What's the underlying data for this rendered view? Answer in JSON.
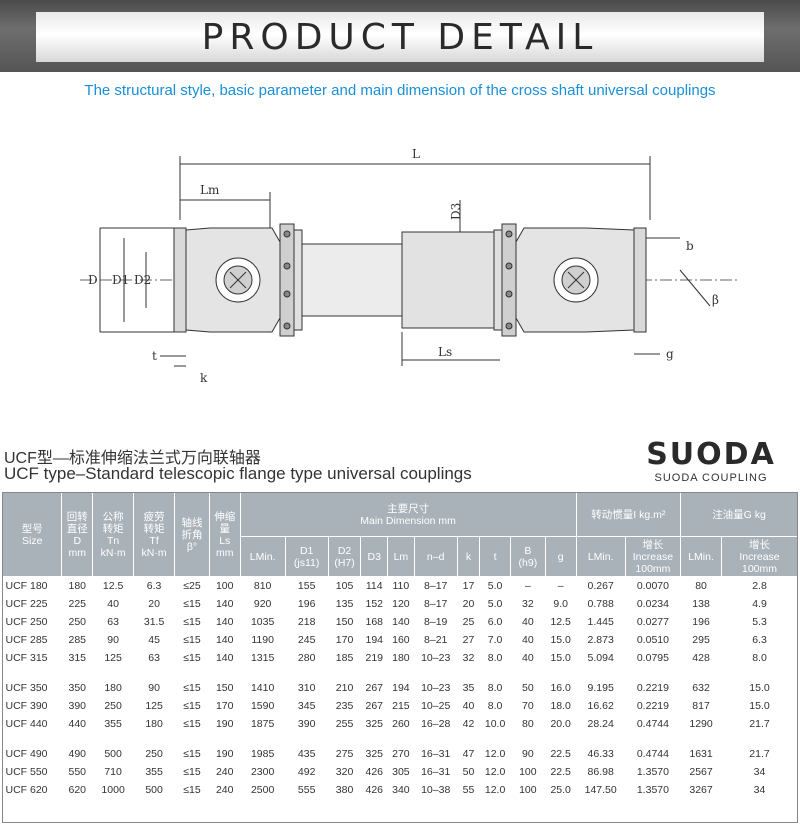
{
  "banner": {
    "title": "PRODUCT DETAIL"
  },
  "subtitle": "The structural style, basic parameter and main dimension of the cross shaft universal couplings",
  "drawing": {
    "labels": {
      "L": "L",
      "Lm": "Lm",
      "D3": "D3",
      "D": "D",
      "D1": "D1",
      "D2": "D2",
      "b": "b",
      "beta": "β",
      "Ls": "Ls",
      "t": "t",
      "k": "k",
      "g": "g"
    }
  },
  "caption": {
    "cn": "UCF型—标准伸缩法兰式万向联轴器",
    "en": "UCF type–Standard telescopic flange type universal couplings"
  },
  "logo": {
    "word": "SUODA",
    "sub": "SUODA COUPLING"
  },
  "table": {
    "head": {
      "size": [
        "型号",
        "Size"
      ],
      "d": [
        "回转",
        "直径",
        "D",
        "mm"
      ],
      "tn": [
        "公称",
        "转矩",
        "Tn",
        "kN·m"
      ],
      "tf": [
        "疲劳",
        "转矩",
        "Tf",
        "kN·m"
      ],
      "beta": [
        "轴线",
        "折角",
        "β°"
      ],
      "ls": [
        "伸缩",
        "量",
        "Ls",
        "mm"
      ],
      "main_cn": "主要尺寸",
      "main_en": "Main Dimension mm",
      "inertia": "转动惯量I kg.m²",
      "grease": "注油量G kg",
      "sub": {
        "lmin": "LMin.",
        "d1": [
          "D1",
          "(js11)"
        ],
        "d2": [
          "D2",
          "(H7)"
        ],
        "d3": "D3",
        "lm": "Lm",
        "nd": "n–d",
        "k": "k",
        "t": "t",
        "b": [
          "B",
          "(h9)"
        ],
        "g": "g",
        "i_lmin": "LMin.",
        "i_inc": [
          "增长",
          "Increase",
          "100mm"
        ],
        "g_lmin": "LMin.",
        "g_inc": [
          "增长",
          "Increase",
          "100mm"
        ]
      }
    },
    "groups": [
      [
        [
          "UCF 180",
          "180",
          "12.5",
          "6.3",
          "≤25",
          "100",
          "810",
          "155",
          "105",
          "114",
          "110",
          "8–17",
          "17",
          "5.0",
          "–",
          "–",
          "0.267",
          "0.0070",
          "80",
          "2.8"
        ],
        [
          "UCF 225",
          "225",
          "40",
          "20",
          "≤15",
          "140",
          "920",
          "196",
          "135",
          "152",
          "120",
          "8–17",
          "20",
          "5.0",
          "32",
          "9.0",
          "0.788",
          "0.0234",
          "138",
          "4.9"
        ],
        [
          "UCF 250",
          "250",
          "63",
          "31.5",
          "≤15",
          "140",
          "1035",
          "218",
          "150",
          "168",
          "140",
          "8–19",
          "25",
          "6.0",
          "40",
          "12.5",
          "1.445",
          "0.0277",
          "196",
          "5.3"
        ],
        [
          "UCF 285",
          "285",
          "90",
          "45",
          "≤15",
          "140",
          "1190",
          "245",
          "170",
          "194",
          "160",
          "8–21",
          "27",
          "7.0",
          "40",
          "15.0",
          "2.873",
          "0.0510",
          "295",
          "6.3"
        ],
        [
          "UCF 315",
          "315",
          "125",
          "63",
          "≤15",
          "140",
          "1315",
          "280",
          "185",
          "219",
          "180",
          "10–23",
          "32",
          "8.0",
          "40",
          "15.0",
          "5.094",
          "0.0795",
          "428",
          "8.0"
        ]
      ],
      [
        [
          "UCF 350",
          "350",
          "180",
          "90",
          "≤15",
          "150",
          "1410",
          "310",
          "210",
          "267",
          "194",
          "10–23",
          "35",
          "8.0",
          "50",
          "16.0",
          "9.195",
          "0.2219",
          "632",
          "15.0"
        ],
        [
          "UCF 390",
          "390",
          "250",
          "125",
          "≤15",
          "170",
          "1590",
          "345",
          "235",
          "267",
          "215",
          "10–25",
          "40",
          "8.0",
          "70",
          "18.0",
          "16.62",
          "0.2219",
          "817",
          "15.0"
        ],
        [
          "UCF 440",
          "440",
          "355",
          "180",
          "≤15",
          "190",
          "1875",
          "390",
          "255",
          "325",
          "260",
          "16–28",
          "42",
          "10.0",
          "80",
          "20.0",
          "28.24",
          "0.4744",
          "1290",
          "21.7"
        ]
      ],
      [
        [
          "UCF 490",
          "490",
          "500",
          "250",
          "≤15",
          "190",
          "1985",
          "435",
          "275",
          "325",
          "270",
          "16–31",
          "47",
          "12.0",
          "90",
          "22.5",
          "46.33",
          "0.4744",
          "1631",
          "21.7"
        ],
        [
          "UCF 550",
          "550",
          "710",
          "355",
          "≤15",
          "240",
          "2300",
          "492",
          "320",
          "426",
          "305",
          "16–31",
          "50",
          "12.0",
          "100",
          "22.5",
          "86.98",
          "1.3570",
          "2567",
          "34"
        ],
        [
          "UCF 620",
          "620",
          "1000",
          "500",
          "≤15",
          "240",
          "2500",
          "555",
          "380",
          "426",
          "340",
          "10–38",
          "55",
          "12.0",
          "100",
          "25.0",
          "147.50",
          "1.3570",
          "3267",
          "34"
        ]
      ]
    ]
  }
}
